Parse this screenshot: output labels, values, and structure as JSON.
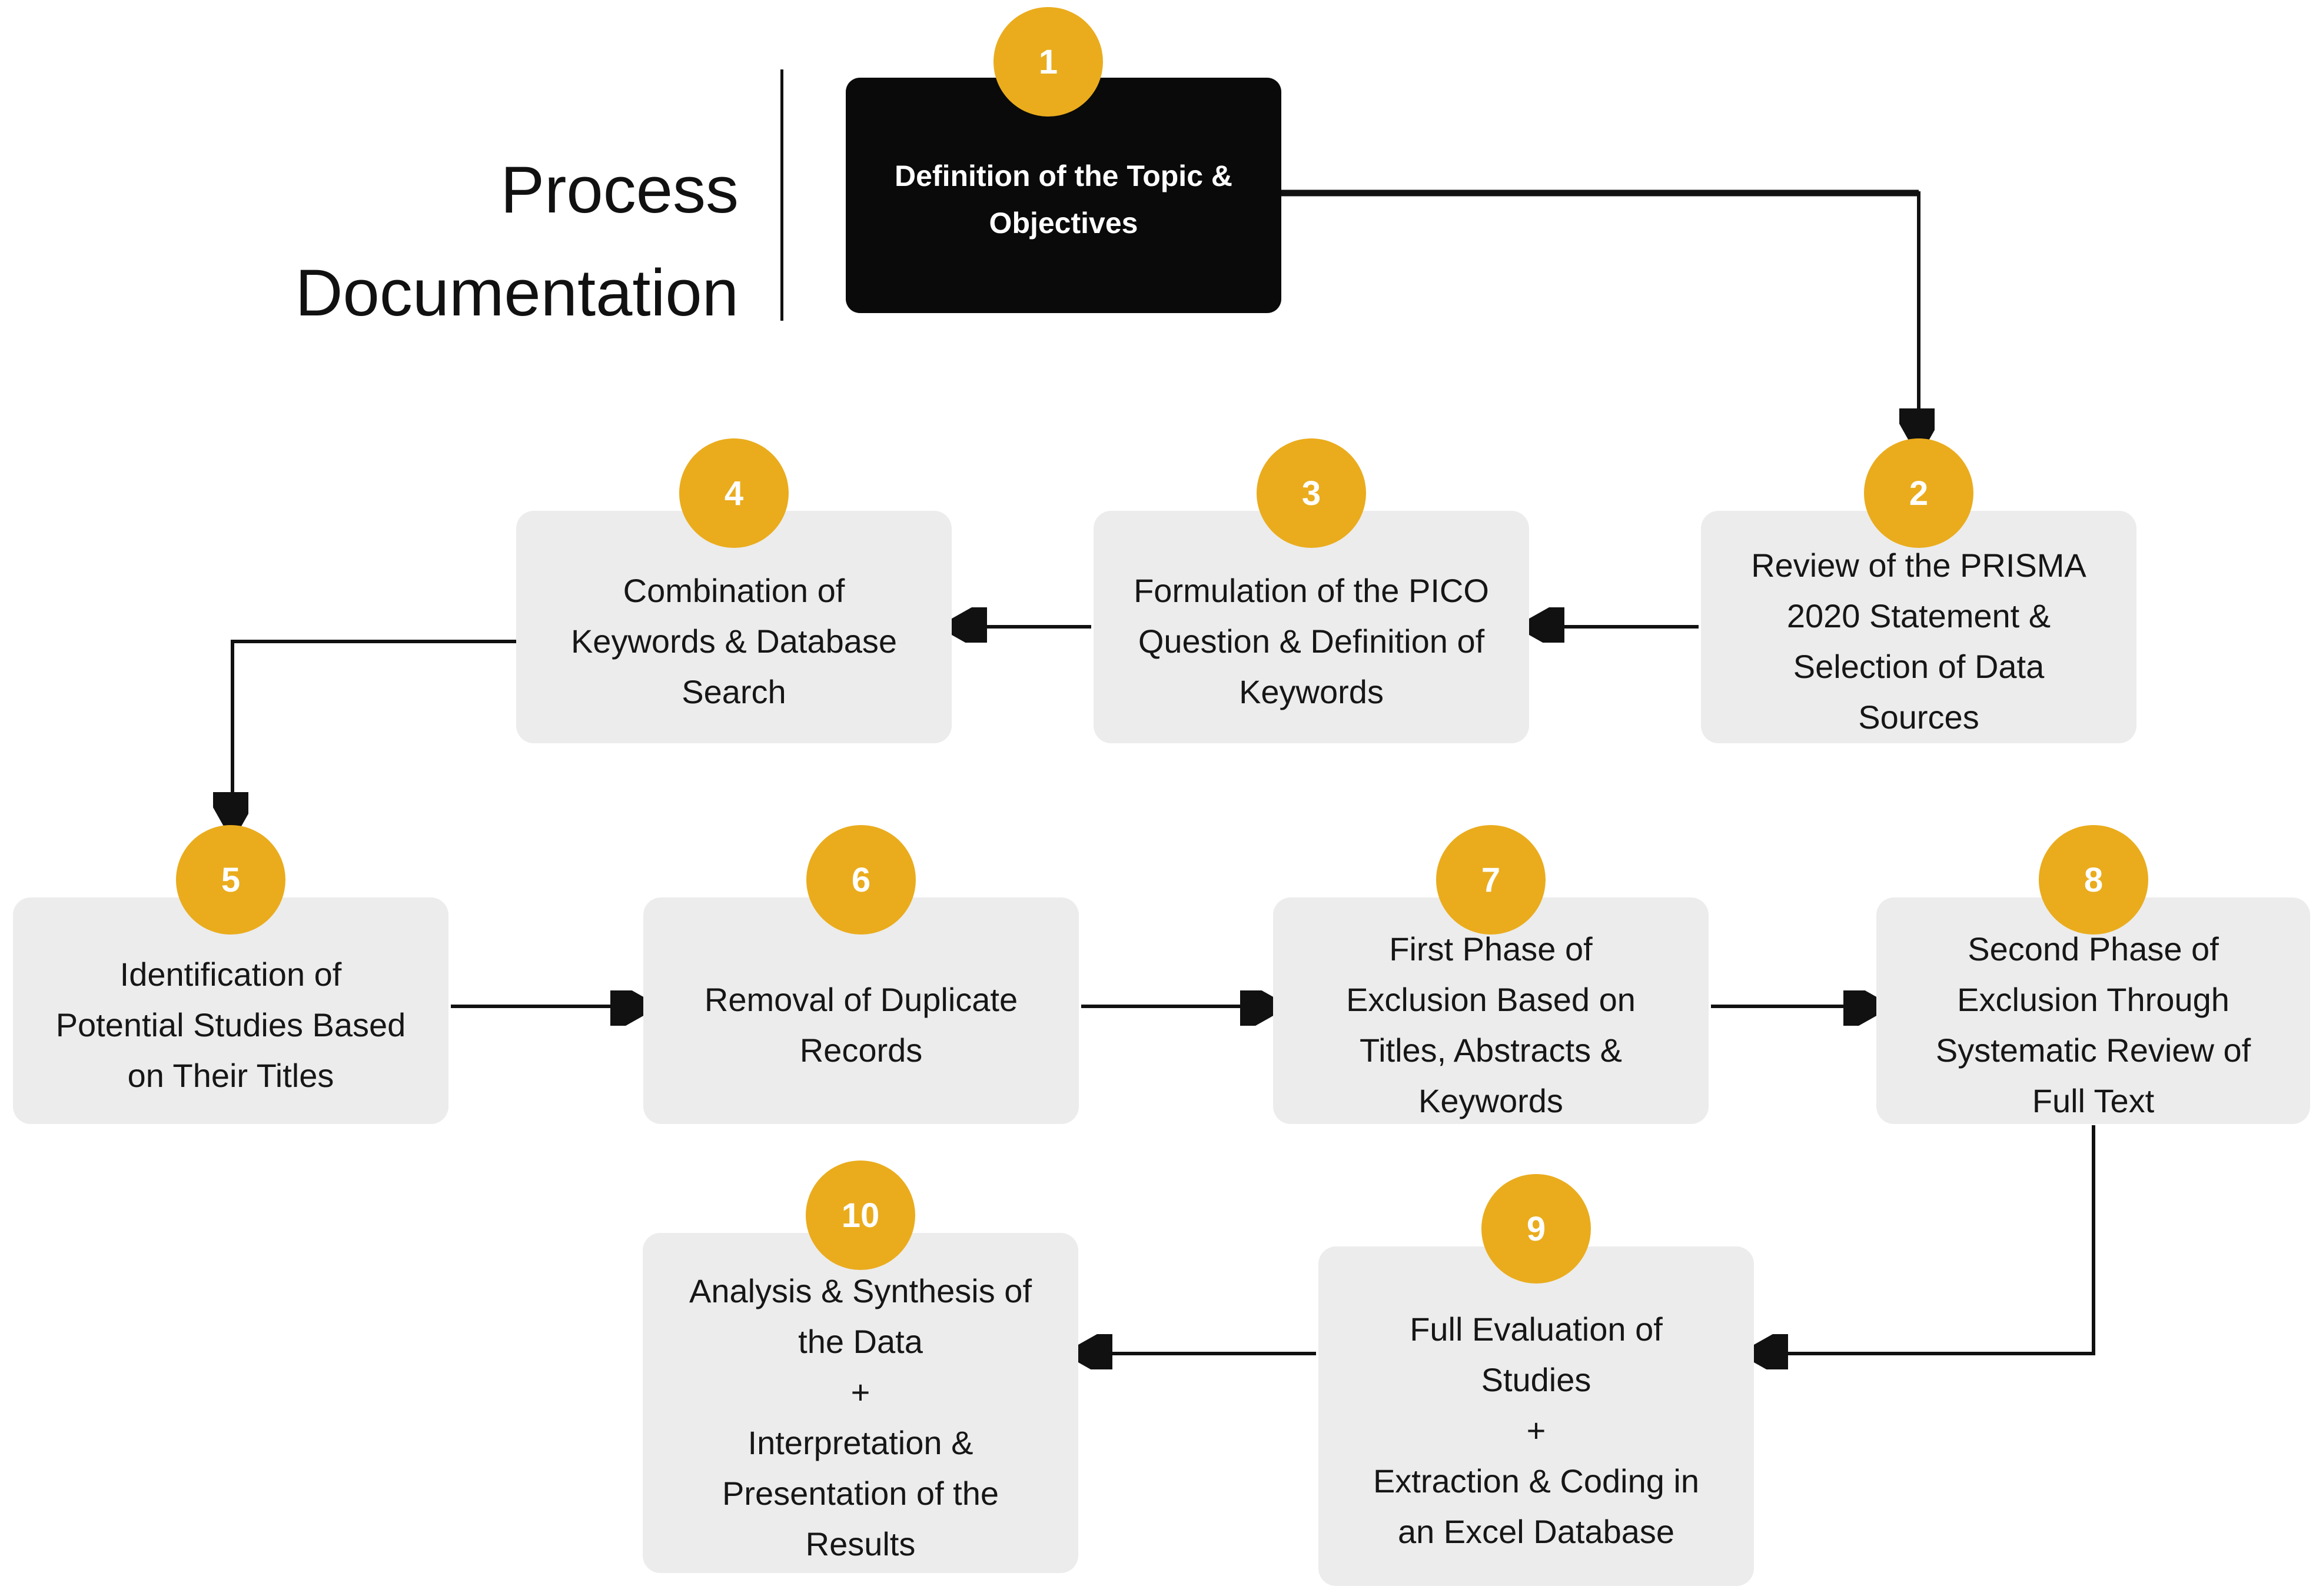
{
  "diagram_type": "flowchart",
  "colors": {
    "accent": "#EAAC1D",
    "box_bg": "#ECECEC",
    "primary_box_bg": "#0A0A0A",
    "arrow": "#111111",
    "text": "#161616",
    "badge_text": "#FFFFFF",
    "background": "#FFFFFF"
  },
  "title": {
    "text": "Process\nDocumentation"
  },
  "steps": [
    {
      "number": "1",
      "label": "Definition of the Topic &\nObjectives",
      "emphasis": true
    },
    {
      "number": "2",
      "label": "Review of the PRISMA\n2020 Statement &\nSelection of Data\nSources"
    },
    {
      "number": "3",
      "label": "Formulation of the PICO\nQuestion & Definition of\nKeywords"
    },
    {
      "number": "4",
      "label": "Combination of\nKeywords & Database\nSearch"
    },
    {
      "number": "5",
      "label": "Identification of\nPotential Studies Based\non Their Titles"
    },
    {
      "number": "6",
      "label": "Removal of Duplicate\nRecords"
    },
    {
      "number": "7",
      "label": "First Phase of\nExclusion Based on\nTitles, Abstracts &\nKeywords"
    },
    {
      "number": "8",
      "label": "Second Phase of\nExclusion Through\nSystematic Review of\nFull Text"
    },
    {
      "number": "9",
      "label": "Full Evaluation of\nStudies\n+\nExtraction & Coding in\nan Excel Database"
    },
    {
      "number": "10",
      "label": "Analysis & Synthesis of\nthe Data\n+\nInterpretation &\nPresentation of the\nResults"
    }
  ],
  "connections": [
    {
      "from": "1",
      "to": "2"
    },
    {
      "from": "2",
      "to": "3"
    },
    {
      "from": "3",
      "to": "4"
    },
    {
      "from": "4",
      "to": "5"
    },
    {
      "from": "5",
      "to": "6"
    },
    {
      "from": "6",
      "to": "7"
    },
    {
      "from": "7",
      "to": "8"
    },
    {
      "from": "8",
      "to": "9"
    },
    {
      "from": "9",
      "to": "10"
    }
  ]
}
